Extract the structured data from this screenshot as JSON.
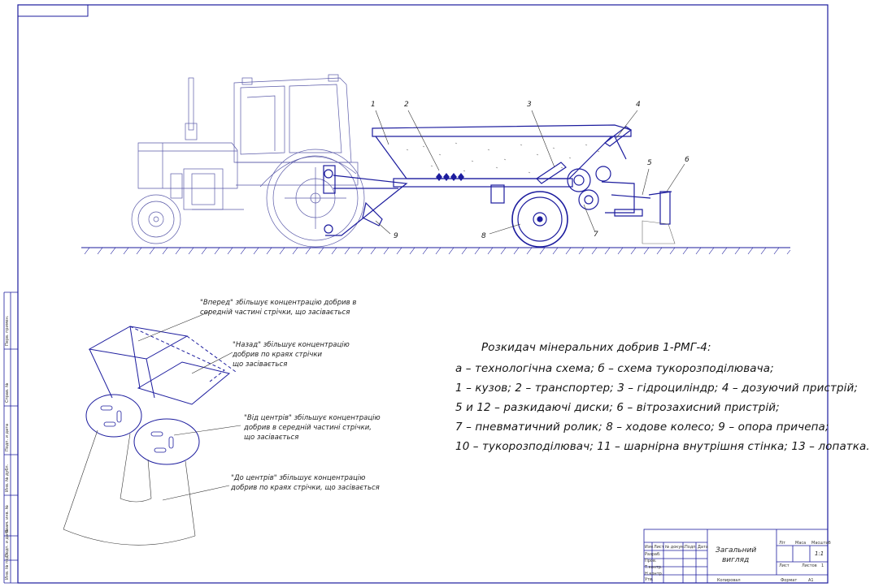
{
  "drawing": {
    "frame_number": "",
    "legend": {
      "title": "Розкидач мінеральних добрив 1-РМГ-4:",
      "line_a": "а – технологічна схема;  б – схема тукорозподілювача;",
      "line_1": "1 – кузов; 2 – транспортер; 3 – гідроциліндр; 4 – дозуючий пристрій;",
      "line_2": "5 и 12 – разкидаючі диски; 6 – вітрозахисний пристрій;",
      "line_3": "7 – пневматичний ролик; 8 – ходове колесо; 9 – опора причепа;",
      "line_4": "10 – тукорозподілювач; 11 – шарнірна внутрішня стінка; 13 – лопатка."
    },
    "part_numbers": [
      "1",
      "2",
      "3",
      "4",
      "5",
      "6",
      "7",
      "8",
      "9"
    ],
    "notes": {
      "vpered_1": "\"Вперед\" збільшує концентрацію добрив в",
      "vpered_2": "середній частині стрічки, що засівається",
      "nazad_1": "\"Назад\" збільшує концентрацію",
      "nazad_2": "добрив по краях стрічки",
      "nazad_3": "що засівається",
      "vid_1": "\"Від центрів\" збільшує концентрацію",
      "vid_2": "добрив в середній частині стрічки,",
      "vid_3": "що засівається",
      "do_1": "\"До центрів\" збільшує концентрацію",
      "do_2": "добрив по краях стрічки, що засівається"
    },
    "title_block": {
      "title_1": "Загальний",
      "title_2": "вигляд",
      "lit": "Літ",
      "masa": "Маса",
      "masshtab": "Масштаб",
      "scale": "1:1",
      "arkush": "Лист",
      "arkushiv": "Листов",
      "arkushiv_n": "1",
      "zmin": "Изм",
      "list": "Лист",
      "n_dokum": "№ докум.",
      "pidp": "Подп.",
      "data": "Дата",
      "rozrob": "Разраб.",
      "prov": "Пров.",
      "t_kontr": "Т.контр.",
      "n_kontr": "Н.контр.",
      "utv": "Утв.",
      "kopiroval": "Копировал",
      "format": "Формат",
      "format_v": "А1"
    },
    "side_stamp": [
      "Перв. примен.",
      "Справ. №",
      "Подп. и дата",
      "Инв. № дубл.",
      "Взам. инв. №",
      "Подп. и дата",
      "Инв. № подл."
    ]
  }
}
